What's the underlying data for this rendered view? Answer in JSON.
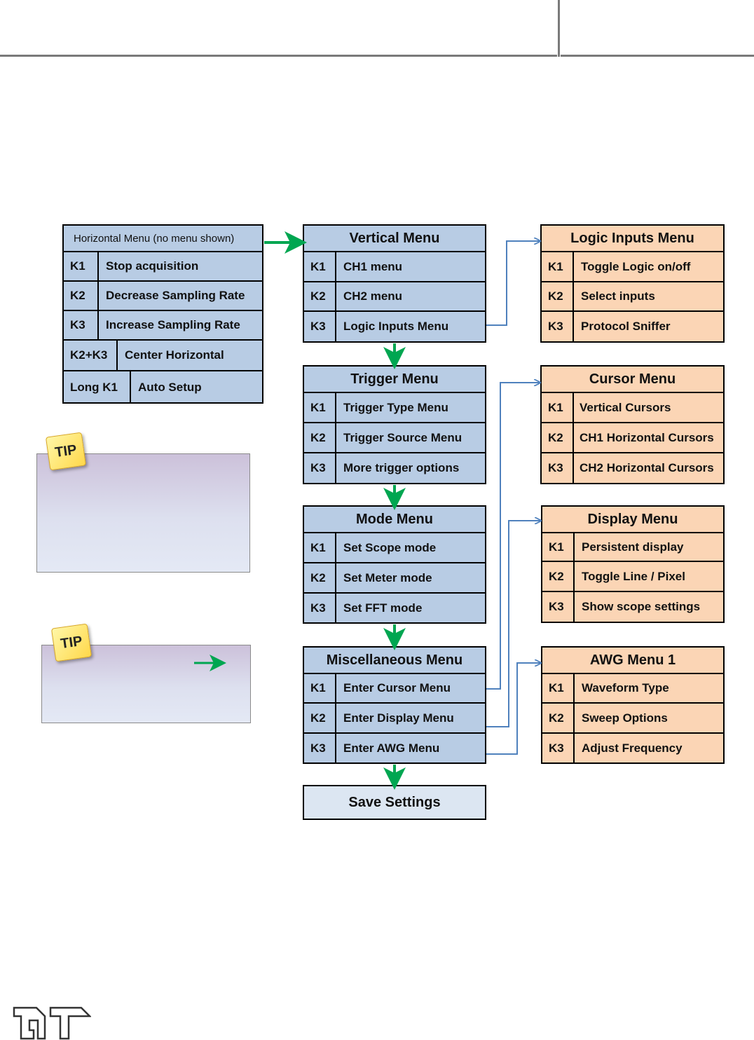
{
  "horizontal_menu": {
    "title": "Horizontal Menu  (no menu shown)",
    "items": [
      {
        "key": "K1",
        "label": "Stop acquisition"
      },
      {
        "key": "K2",
        "label": "Decrease Sampling Rate"
      },
      {
        "key": "K3",
        "label": "Increase Sampling Rate"
      },
      {
        "key": "K2+K3",
        "label": "Center Horizontal"
      },
      {
        "key": "Long K1",
        "label": "Auto Setup"
      }
    ]
  },
  "vertical_menu": {
    "title": "Vertical Menu",
    "items": [
      {
        "key": "K1",
        "label": "CH1 menu"
      },
      {
        "key": "K2",
        "label": "CH2 menu"
      },
      {
        "key": "K3",
        "label": "Logic Inputs Menu"
      }
    ]
  },
  "trigger_menu": {
    "title": "Trigger Menu",
    "items": [
      {
        "key": "K1",
        "label": "Trigger Type Menu"
      },
      {
        "key": "K2",
        "label": "Trigger Source Menu"
      },
      {
        "key": "K3",
        "label": "More trigger options"
      }
    ]
  },
  "mode_menu": {
    "title": "Mode Menu",
    "items": [
      {
        "key": "K1",
        "label": "Set Scope mode"
      },
      {
        "key": "K2",
        "label": "Set Meter mode"
      },
      {
        "key": "K3",
        "label": "Set FFT mode"
      }
    ]
  },
  "misc_menu": {
    "title": "Miscellaneous  Menu",
    "items": [
      {
        "key": "K1",
        "label": "Enter Cursor Menu"
      },
      {
        "key": "K2",
        "label": "Enter Display  Menu"
      },
      {
        "key": "K3",
        "label": "Enter AWG Menu"
      }
    ]
  },
  "save_settings": {
    "label": "Save Settings"
  },
  "logic_menu": {
    "title": "Logic Inputs Menu",
    "items": [
      {
        "key": "K1",
        "label": "Toggle Logic on/off"
      },
      {
        "key": "K2",
        "label": "Select inputs"
      },
      {
        "key": "K3",
        "label": "Protocol Sniffer"
      }
    ]
  },
  "cursor_menu": {
    "title": "Cursor Menu",
    "items": [
      {
        "key": "K1",
        "label": "Vertical Cursors"
      },
      {
        "key": "K2",
        "label": "CH1 Horizontal Cursors"
      },
      {
        "key": "K3",
        "label": "CH2 Horizontal Cursors"
      }
    ]
  },
  "display_menu": {
    "title": "Display Menu",
    "items": [
      {
        "key": "K1",
        "label": "Persistent display"
      },
      {
        "key": "K2",
        "label": "Toggle Line / Pixel"
      },
      {
        "key": "K3",
        "label": "Show scope settings"
      }
    ]
  },
  "awg_menu": {
    "title": "AWG Menu 1",
    "items": [
      {
        "key": "K1",
        "label": "Waveform Type"
      },
      {
        "key": "K2",
        "label": "Sweep Options"
      },
      {
        "key": "K3",
        "label": "Adjust Frequency"
      }
    ]
  },
  "tips": [
    {
      "badge": "TIP"
    },
    {
      "badge": "TIP"
    }
  ],
  "colors": {
    "menu_blue": "#b8cce4",
    "menu_orange": "#fbd5b5",
    "menu_light": "#dce6f2",
    "flow_arrow_green": "#00a651",
    "link_arrow_blue": "#4f81bd"
  }
}
